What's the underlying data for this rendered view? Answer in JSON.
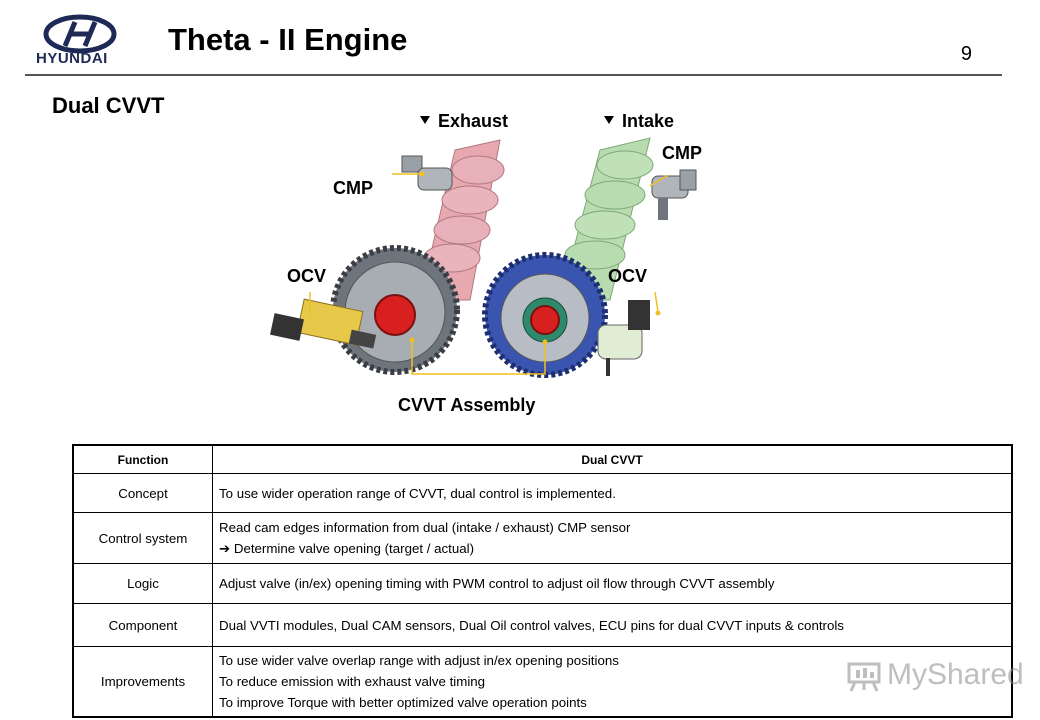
{
  "header": {
    "brand": "HYUNDAI",
    "title": "Theta - II Engine",
    "page_number": "9"
  },
  "section_title": "Dual CVVT",
  "diagram": {
    "exhaust_label": "Exhaust",
    "intake_label": "Intake",
    "cmp_left": "CMP",
    "cmp_right": "CMP",
    "ocv_left": "OCV",
    "ocv_right": "OCV",
    "assembly_label": "CVVT Assembly"
  },
  "table": {
    "headers": [
      "Function",
      "Dual CVVT"
    ],
    "rows": [
      {
        "function": "Concept",
        "lines": [
          "To use wider operation range of CVVT, dual control is implemented."
        ]
      },
      {
        "function": "Control system",
        "lines": [
          "Read cam edges information from dual (intake / exhaust) CMP sensor",
          "➔  Determine valve opening (target / actual)"
        ]
      },
      {
        "function": "Logic",
        "lines": [
          "Adjust valve (in/ex) opening timing with PWM control to adjust oil flow through CVVT assembly"
        ]
      },
      {
        "function": "Component",
        "lines": [
          "Dual VVTI modules, Dual CAM sensors, Dual Oil control valves, ECU pins for dual CVVT inputs & controls"
        ]
      },
      {
        "function": "Improvements",
        "lines": [
          "To use wider valve overlap range with adjust in/ex opening positions",
          "To reduce emission with exhaust valve timing",
          "To improve Torque with better optimized valve operation points"
        ]
      }
    ]
  },
  "watermark": {
    "text": "MyShared"
  },
  "colors": {
    "exhaust_cam": "#e8a8b0",
    "intake_cam": "#b8dcb0",
    "exhaust_gear": "#8a8f98",
    "intake_gear": "#3a55b0",
    "center_hub": "#d82020",
    "ocv_body": "#e8c848",
    "leader_line": "#f0c020"
  }
}
